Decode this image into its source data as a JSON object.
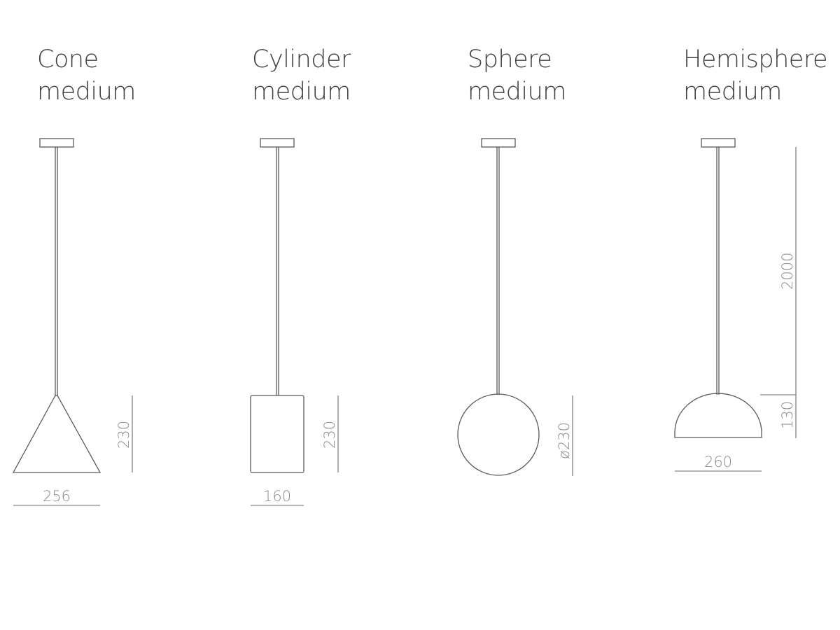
{
  "lamps": [
    {
      "name": "Cone",
      "size": "medium",
      "width_label": "256",
      "height_label": "230"
    },
    {
      "name": "Cylinder",
      "size": "medium",
      "width_label": "160",
      "height_label": "230"
    },
    {
      "name": "Sphere",
      "size": "medium",
      "diameter_label": "ø230"
    },
    {
      "name": "Hemisphere",
      "size": "medium",
      "width_label": "260",
      "height_label": "130",
      "cable_label": "2000"
    }
  ]
}
